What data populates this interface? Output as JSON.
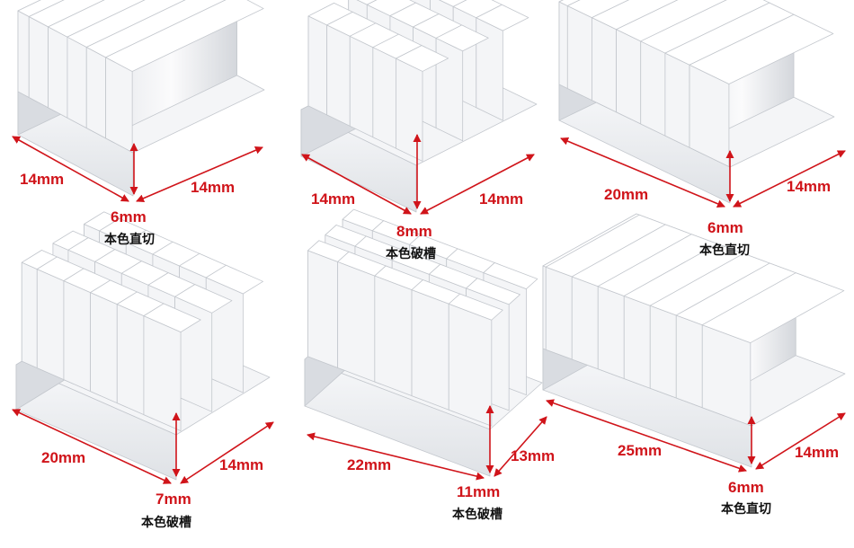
{
  "colors": {
    "arrow": "#d0141a",
    "metal_light": "#f4f5f7",
    "metal_mid": "#d9dce1",
    "metal_dark": "#b9bdc4",
    "caption": "#111111"
  },
  "products": [
    {
      "length": "14mm",
      "width": "14mm",
      "height": "6mm",
      "caption": "本色直切"
    },
    {
      "length": "14mm",
      "width": "14mm",
      "height": "8mm",
      "caption": "本色破槽"
    },
    {
      "length": "20mm",
      "width": "14mm",
      "height": "6mm",
      "caption": "本色直切"
    },
    {
      "length": "20mm",
      "width": "14mm",
      "height": "7mm",
      "caption": "本色破槽"
    },
    {
      "length": "22mm",
      "width": "13mm",
      "height": "11mm",
      "caption": "本色破槽"
    },
    {
      "length": "25mm",
      "width": "14mm",
      "height": "6mm",
      "caption": "本色直切"
    }
  ]
}
